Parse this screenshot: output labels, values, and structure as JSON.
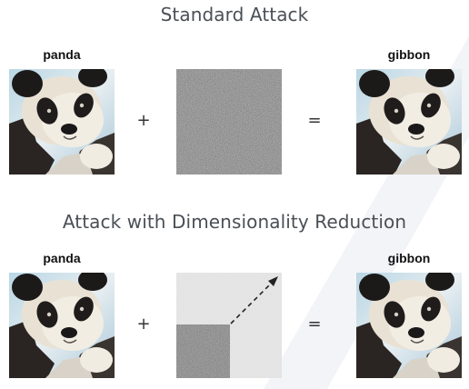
{
  "section1": {
    "title": "Standard Attack",
    "input_label": "panda",
    "output_label": "gibbon",
    "plus": "+",
    "equals": "="
  },
  "section2": {
    "title": "Attack with Dimensionality Reduction",
    "input_label": "panda",
    "output_label": "gibbon",
    "plus": "+",
    "equals": "="
  }
}
